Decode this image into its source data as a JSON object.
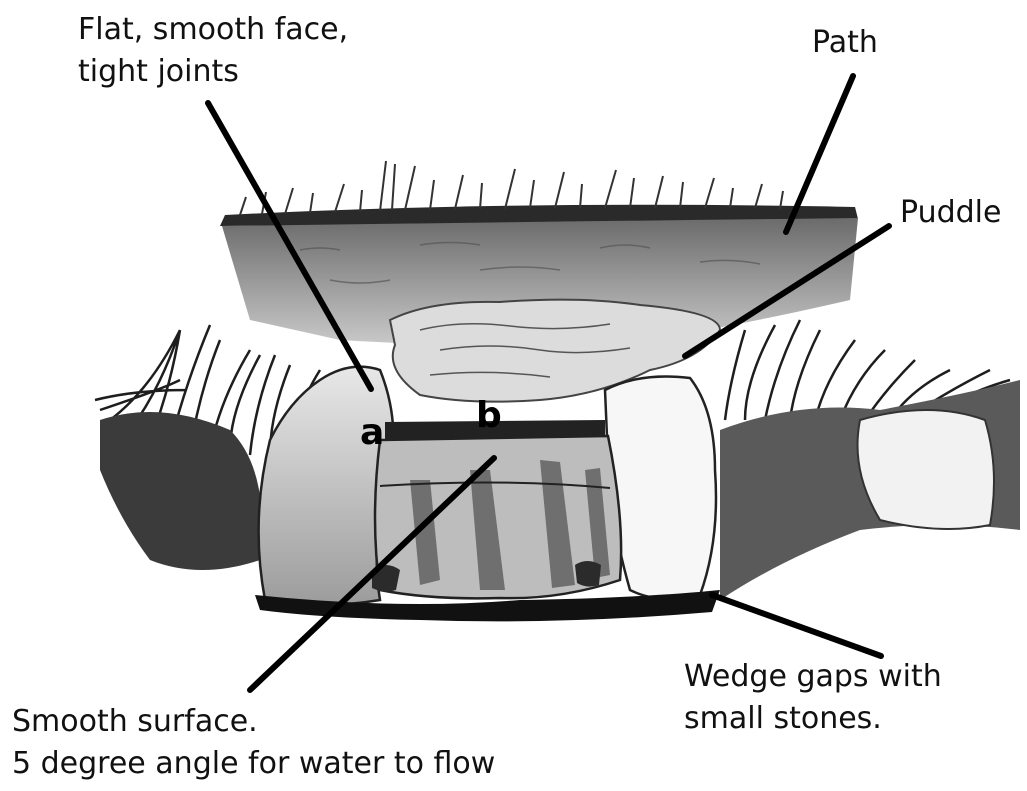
{
  "labels": {
    "top_left_line1": "Flat, smooth face,",
    "top_left_line2": "tight joints",
    "path": "Path",
    "puddle": "Puddle",
    "bottom_left_line1": "Smooth surface.",
    "bottom_left_line2": "5 degree angle for water to flow",
    "bottom_right_line1": "Wedge gaps with",
    "bottom_right_line2": "small stones."
  },
  "markers": {
    "a": "a",
    "b": "b"
  },
  "colors": {
    "ink": "#111111",
    "paper": "#ffffff"
  }
}
